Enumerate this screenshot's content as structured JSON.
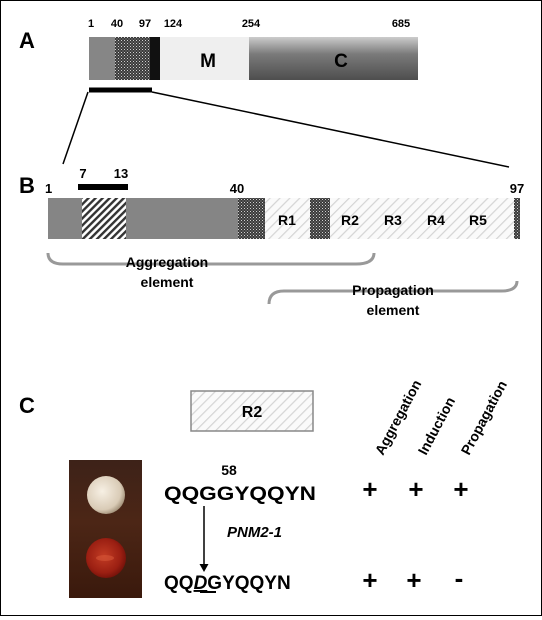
{
  "panelA": {
    "label": "A",
    "positions": [
      "1",
      "40",
      "97",
      "124",
      "254",
      "685"
    ],
    "domains": {
      "M": "M",
      "C": "C"
    }
  },
  "panelB": {
    "label": "B",
    "positions": {
      "start": "1",
      "p7": "7",
      "p13": "13",
      "p40": "40",
      "end": "97"
    },
    "repeats": [
      "R1",
      "R2",
      "R3",
      "R4",
      "R5"
    ],
    "aggregation_element": [
      "Aggregation",
      "element"
    ],
    "propagation_element": [
      "Propagation",
      "element"
    ]
  },
  "panelC": {
    "label": "C",
    "box_label": "R2",
    "position": "58",
    "wildtype": "QQGGYQQYN",
    "mutant_prefix": "QQ",
    "mutant_residue": "D",
    "mutant_suffix": "GYQQYN",
    "mutant_name": "PNM2-1",
    "columns": [
      "Aggregation",
      "Induction",
      "Propagation"
    ],
    "wildtype_results": [
      "+",
      "+",
      "+"
    ],
    "mutant_results": [
      "+",
      "+",
      "-"
    ]
  },
  "colors": {
    "grey": "#858585",
    "dark": "#202020",
    "light": "#eeeeee",
    "bracket": "#999999"
  }
}
